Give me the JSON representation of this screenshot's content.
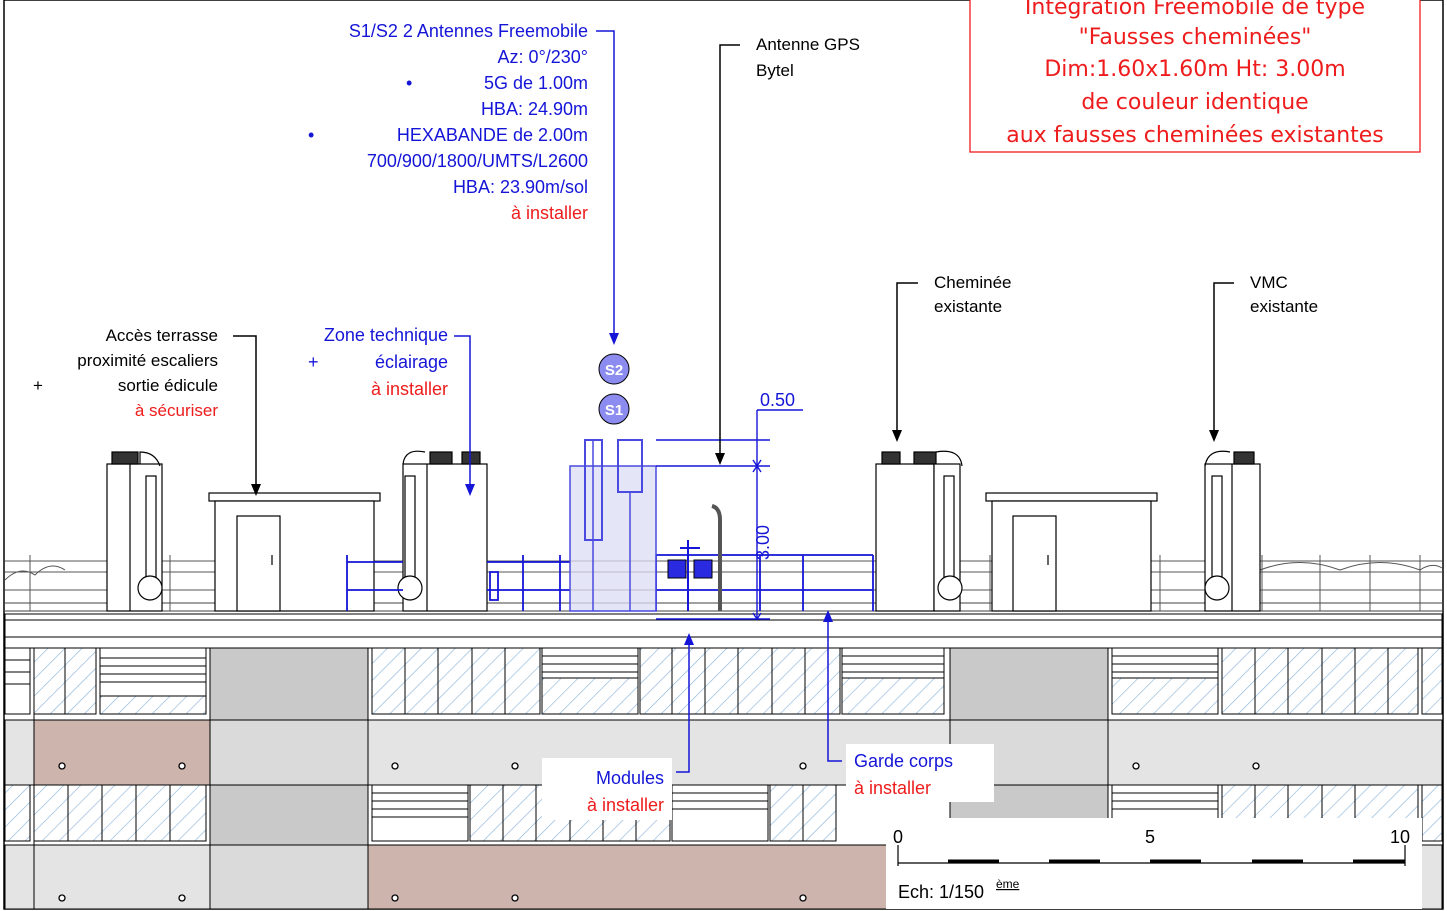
{
  "title_box": {
    "lines": [
      "Intégration Freemobile de type",
      "\"Fausses cheminées\"",
      "Dim:1.60x1.60m Ht: 3.00m",
      "de couleur identique",
      "aux fausses cheminées existantes"
    ]
  },
  "antenna_note": {
    "lines": [
      "S1/S2 2 Antennes Freemobile",
      "Az: 0°/230°",
      "5G de 1.00m",
      "HBA: 24.90m",
      "HEXABANDE de 2.00m",
      "700/900/1800/UMTS/L2600",
      "HBA: 23.90m/sol"
    ],
    "bullet": "•",
    "install": "à installer"
  },
  "gps_note": {
    "line1": "Antenne GPS",
    "line2": "Bytel"
  },
  "chimney_note": {
    "line1": "Cheminée",
    "line2": "existante"
  },
  "vmc_note": {
    "line1": "VMC",
    "line2": "existante"
  },
  "access_note": {
    "line1": "Accès terrasse",
    "line2": "proximité escaliers",
    "plus": "+",
    "line3": "sortie édicule",
    "secure": "à sécuriser"
  },
  "zone_note": {
    "line1": "Zone technique",
    "plus": "+",
    "line2": "éclairage",
    "install": "à installer"
  },
  "modules_note": {
    "line1": "Modules",
    "install": "à installer"
  },
  "guard_note": {
    "line1": "Garde corps",
    "install": "à installer"
  },
  "sector_markers": [
    "S2",
    "S1"
  ],
  "dimensions": {
    "top_offset": "0.50",
    "height": "3.00"
  },
  "scale_bar": {
    "ticks": [
      "0",
      "5",
      "10"
    ],
    "caption": "Ech: 1/150",
    "caption_sup": "ème"
  },
  "colors": {
    "blue": "#1515d8",
    "red": "#ee1c1c",
    "panel_pink": "#cdb5ae",
    "panel_gray": "#c9c9c9",
    "panel_light": "#e4e4e4",
    "hatch": "#8fb7da"
  }
}
